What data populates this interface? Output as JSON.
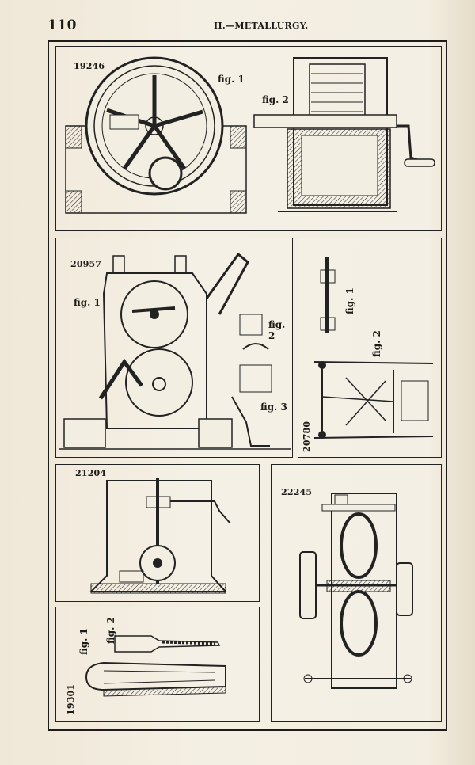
{
  "header": {
    "page_number": "110",
    "running_title": "II.—METALLURGY."
  },
  "panels": {
    "p19246": {
      "patent": "19246",
      "fig1": "fig. 1",
      "fig2": "fig. 2"
    },
    "p20957": {
      "patent": "20957",
      "fig1": "fig. 1",
      "fig2": "fig. 2",
      "fig3": "fig. 3"
    },
    "p20780": {
      "patent": "20780",
      "fig1": "fig. 1",
      "fig2": "fig. 2"
    },
    "p21204": {
      "patent": "21204"
    },
    "p22245": {
      "patent": "22245"
    },
    "p19301": {
      "patent": "19301",
      "fig1": "fig. 1",
      "fig2": "fig. 2"
    }
  }
}
